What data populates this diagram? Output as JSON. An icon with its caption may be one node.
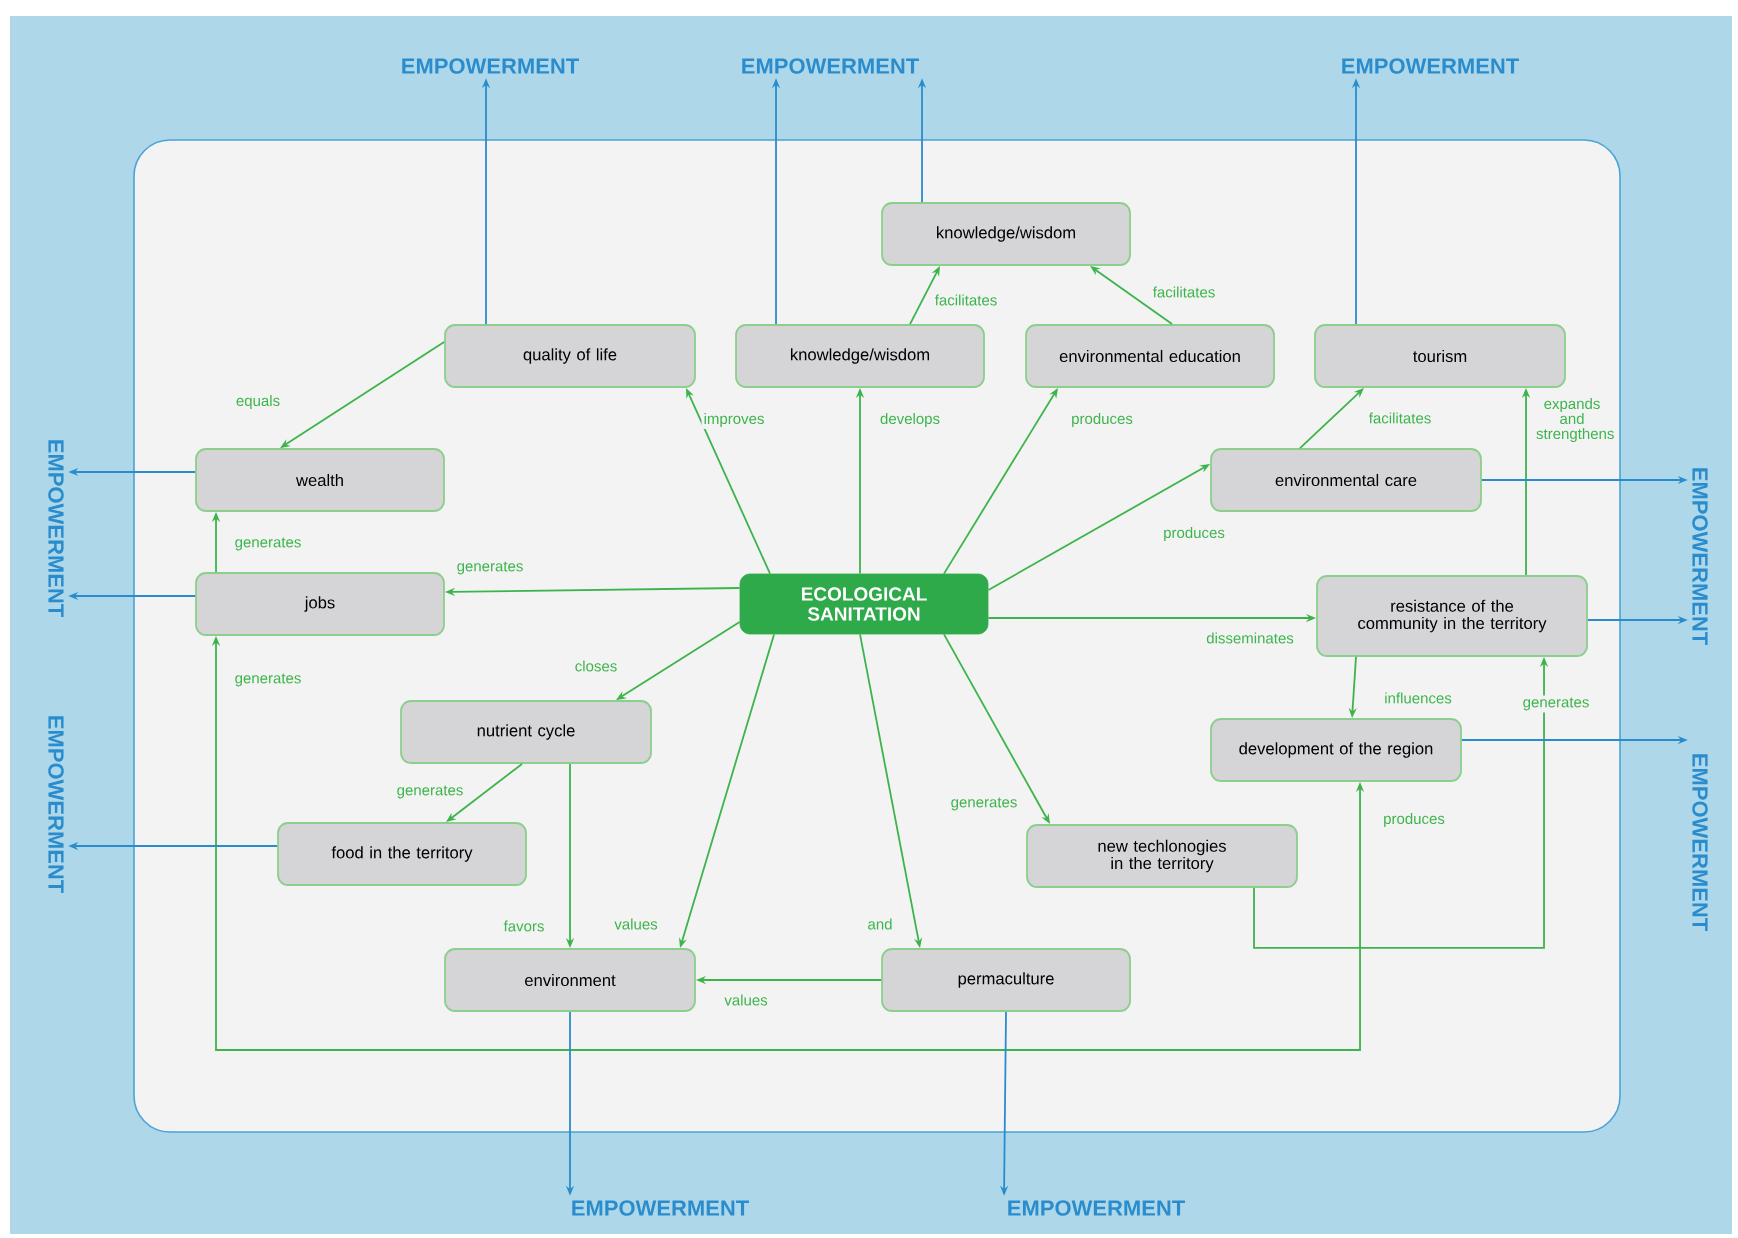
{
  "diagram": {
    "nodes": [
      {
        "text": [
          "ECOLOGICAL SANITATION"
        ]
      },
      {
        "text": [
          "knowledge/wisdom"
        ]
      },
      {
        "text": [
          "quality of life"
        ]
      },
      {
        "text": [
          "knowledge/wisdom"
        ]
      },
      {
        "text": [
          "environmental education"
        ]
      },
      {
        "text": [
          "tourism"
        ]
      },
      {
        "text": [
          "wealth"
        ]
      },
      {
        "text": [
          "environmental care"
        ]
      },
      {
        "text": [
          "jobs"
        ]
      },
      {
        "text": [
          "resistance of the community in the territory"
        ]
      },
      {
        "text": [
          "nutrient cycle"
        ]
      },
      {
        "text": [
          "development of the region"
        ]
      },
      {
        "text": [
          "food in the territory"
        ]
      },
      {
        "text": [
          "new techlonogies in the territory"
        ]
      },
      {
        "text": [
          "environment"
        ]
      },
      {
        "text": [
          "permaculture"
        ]
      },
      {
        "text": [
          "EMPOWERMENT"
        ]
      },
      {
        "text": [
          "EMPOWERMENT"
        ]
      },
      {
        "text": [
          "EMPOWERMENT"
        ]
      },
      {
        "text": [
          "EMPOWERMENT"
        ]
      },
      {
        "text": [
          "EMPOWERMENT"
        ]
      },
      {
        "text": [
          "EMPOWERMENT"
        ]
      },
      {
        "text": [
          "EMPOWERMENT"
        ]
      },
      {
        "text": [
          "EMPOWERMENT"
        ]
      },
      {
        "text": [
          "EMPOWERMENT"
        ]
      }
    ],
    "edges": [
      {
        "from": 0,
        "to": 2,
        "arrow": "to",
        "label": "improves"
      },
      {
        "from": 0,
        "to": 3,
        "arrow": "to",
        "label": "develops"
      },
      {
        "from": 0,
        "to": 4,
        "arrow": "to",
        "label": "produces"
      },
      {
        "from": 0,
        "to": 7,
        "arrow": "to",
        "label": "produces"
      },
      {
        "from": 0,
        "to": 9,
        "arrow": "to",
        "label": "disseminates"
      },
      {
        "from": 0,
        "to": 8,
        "arrow": "to",
        "label": "generates"
      },
      {
        "from": 0,
        "to": 10,
        "arrow": "to",
        "label": "closes"
      },
      {
        "from": 0,
        "to": 14,
        "arrow": "to",
        "label": "values"
      },
      {
        "from": 0,
        "to": 15,
        "arrow": "to",
        "label": "and"
      },
      {
        "from": 0,
        "to": 13,
        "arrow": "to",
        "label": "generates"
      },
      {
        "from": 3,
        "to": 1,
        "arrow": "to",
        "label": "facilitates"
      },
      {
        "from": 4,
        "to": 1,
        "arrow": "to",
        "label": "facilitates"
      },
      {
        "from": 2,
        "to": 6,
        "arrow": "to",
        "label": "equals"
      },
      {
        "from": 8,
        "to": 6,
        "arrow": "to",
        "label": "generates"
      },
      {
        "from": 7,
        "to": 5,
        "arrow": "to",
        "label": "facilitates"
      },
      {
        "from": 9,
        "to": 5,
        "arrow": "to",
        "label": "expands and strengthens"
      },
      {
        "from": 9,
        "to": 11,
        "arrow": "to",
        "label": "influences"
      },
      {
        "from": 10,
        "to": 12,
        "arrow": "to",
        "label": "generates"
      },
      {
        "from": 10,
        "to": 14,
        "arrow": "to",
        "label": "favors"
      },
      {
        "from": 15,
        "to": 14,
        "arrow": "to",
        "label": "values"
      },
      {
        "from": 13,
        "to": 9,
        "arrow": "to",
        "label": "generates"
      },
      {
        "from": 11,
        "to": 8,
        "arrow": "both",
        "label": "generates"
      },
      {
        "from": 2,
        "to": 16,
        "arrow": "to",
        "color": "#2a8ccc"
      },
      {
        "from": 3,
        "to": 17,
        "arrow": "to",
        "color": "#2a8ccc"
      },
      {
        "from": 1,
        "to": 17,
        "arrow": "to",
        "color": "#2a8ccc"
      },
      {
        "from": 5,
        "to": 18,
        "arrow": "to",
        "color": "#2a8ccc"
      },
      {
        "from": 6,
        "to": 19,
        "arrow": "to",
        "color": "#2a8ccc"
      },
      {
        "from": 8,
        "to": 19,
        "arrow": "to",
        "color": "#2a8ccc"
      },
      {
        "from": 12,
        "to": 20,
        "arrow": "to",
        "color": "#2a8ccc"
      },
      {
        "from": 7,
        "to": 21,
        "arrow": "to",
        "color": "#2a8ccc"
      },
      {
        "from": 9,
        "to": 21,
        "arrow": "to",
        "color": "#2a8ccc"
      },
      {
        "from": 11,
        "to": 22,
        "arrow": "to",
        "color": "#2a8ccc"
      },
      {
        "from": 14,
        "to": 23,
        "arrow": "to",
        "color": "#2a8ccc"
      },
      {
        "from": 15,
        "to": 24,
        "arrow": "to",
        "color": "#2a8ccc"
      }
    ],
    "labels": [
      "produces"
    ]
  }
}
